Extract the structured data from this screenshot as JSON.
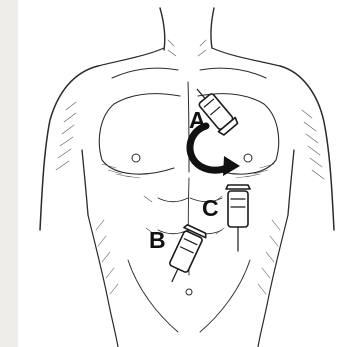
{
  "labels": {
    "a": "A",
    "b": "B",
    "c": "C"
  },
  "colors": {
    "background": "#efede7",
    "panel": "#ffffff",
    "ink": "#1a1a1a"
  },
  "icons": [
    "rotation-arrow-icon",
    "ultrasound-probe-icon"
  ]
}
